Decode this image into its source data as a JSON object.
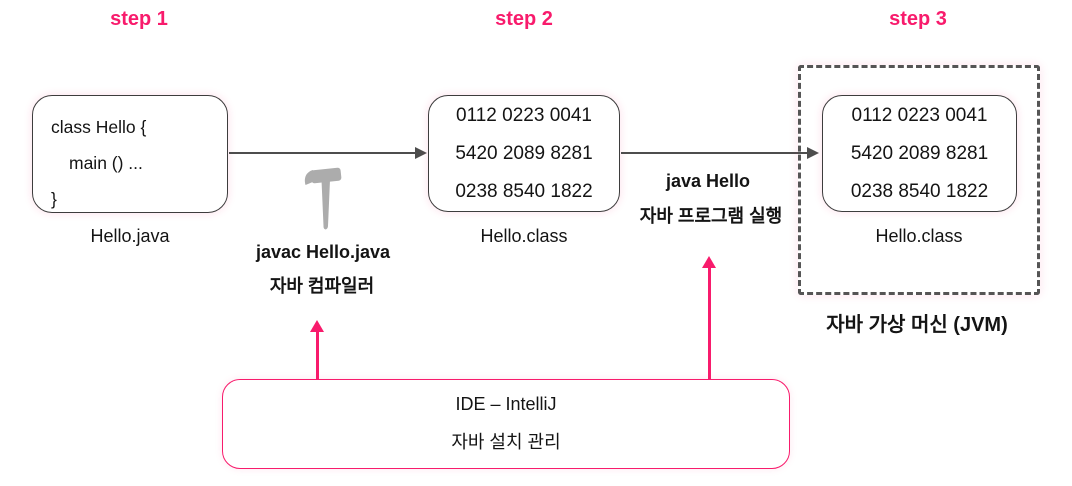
{
  "colors": {
    "pink": "#F81B6C",
    "arrow": "#4D4D4D",
    "box_border": "#3D3D3D",
    "hammer": "#ACACAC",
    "text": "#141414"
  },
  "steps": [
    {
      "label": "step 1"
    },
    {
      "label": "step 2"
    },
    {
      "label": "step 3"
    }
  ],
  "source_box": {
    "code_lines": [
      "class Hello {",
      "main () ...",
      "}"
    ],
    "caption": "Hello.java"
  },
  "compiler": {
    "command": "javac Hello.java",
    "description": "자바 컴파일러",
    "icon": "hammer-icon"
  },
  "bytecode_box": {
    "lines": [
      "0112 0223 0041",
      "5420 2089 8281",
      "0238 8540 1822"
    ],
    "caption": "Hello.class"
  },
  "runner": {
    "command": "java Hello",
    "description": "자바 프로그램 실행"
  },
  "jvm": {
    "box_lines": [
      "0112 0223 0041",
      "5420 2089 8281",
      "0238 8540 1822"
    ],
    "caption": "Hello.class",
    "title": "자바 가상 머신 (JVM)"
  },
  "ide_box": {
    "title": "IDE – IntelliJ",
    "subtitle": "자바 설치 관리"
  }
}
